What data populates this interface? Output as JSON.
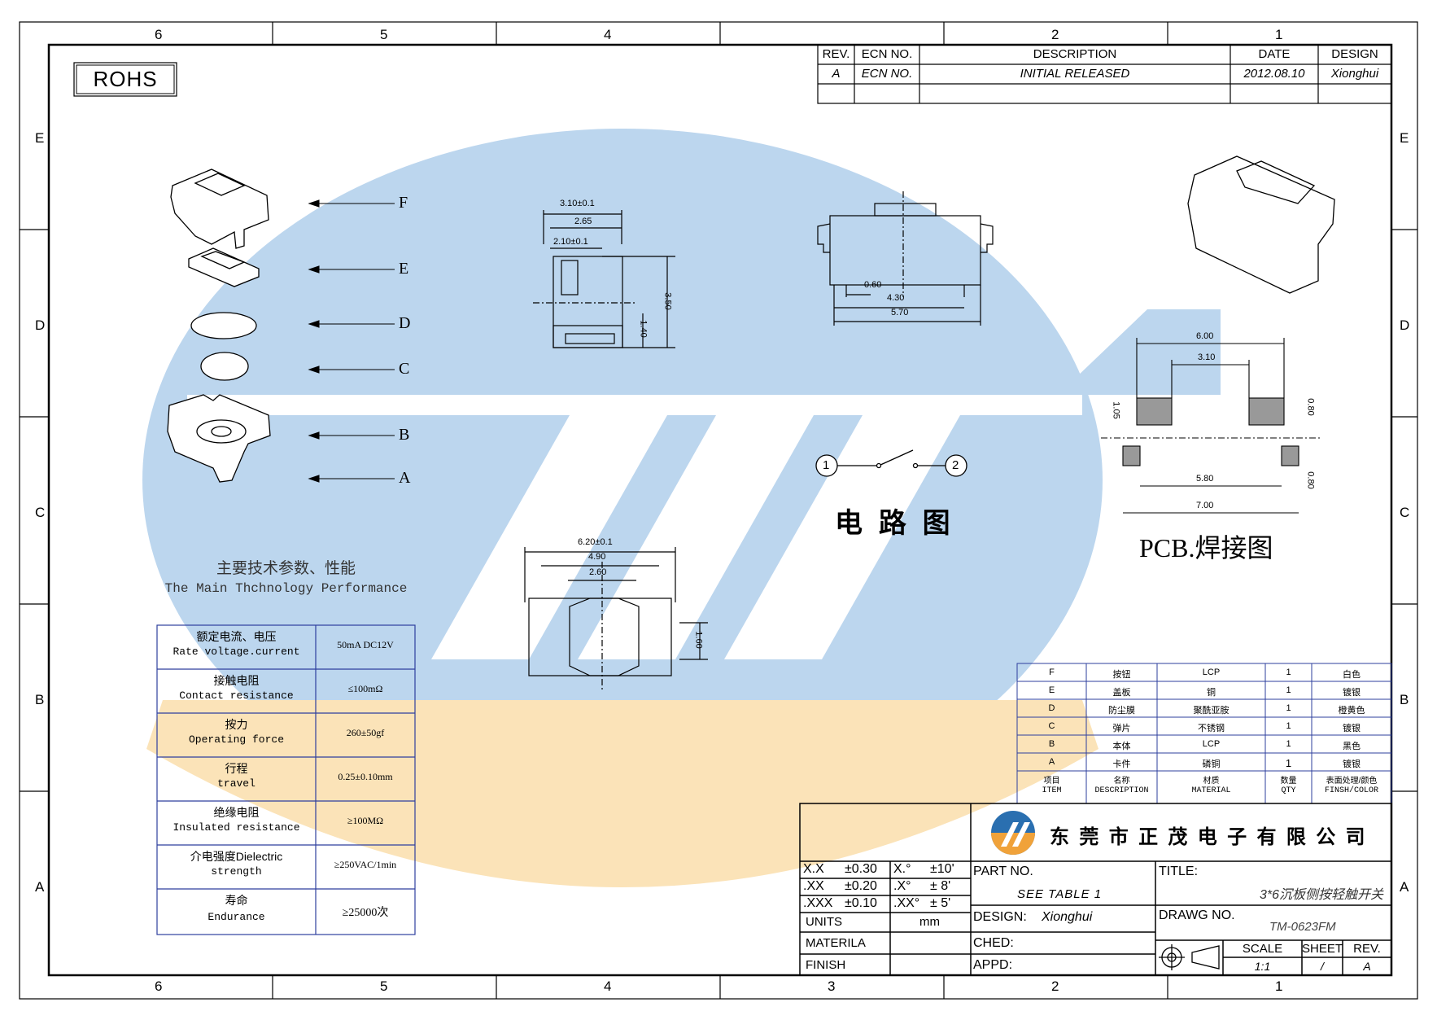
{
  "zone_columns": [
    "6",
    "5",
    "4",
    "3",
    "2",
    "1"
  ],
  "zone_rows": [
    "E",
    "D",
    "C",
    "B",
    "A"
  ],
  "rohs": "ROHS",
  "rev_table": {
    "headers": [
      "REV.",
      "ECN NO.",
      "DESCRIPTION",
      "DATE",
      "DESIGN"
    ],
    "row": [
      "A",
      "ECN NO.",
      "INITIAL RELEASED",
      "2012.08.10",
      "Xionghui"
    ]
  },
  "exploded_labels": [
    "F",
    "E",
    "D",
    "C",
    "B",
    "A"
  ],
  "dims": {
    "side": [
      "3.10±0.1",
      "2.65",
      "2.10±0.1",
      "3.50",
      "1.40"
    ],
    "front": [
      "0.60",
      "4.30",
      "5.70"
    ],
    "top": [
      "6.20±0.1",
      "4.90",
      "2.60",
      "1.60"
    ],
    "pcb": [
      "6.00",
      "3.10",
      "1.05",
      "0.80",
      "5.80",
      "0.80",
      "7.00"
    ]
  },
  "circuit": {
    "node1": "1",
    "node2": "2",
    "caption": "电 路 图"
  },
  "pcb_caption": "PCB.焊接图",
  "spec": {
    "title_cn": "主要技术参数、性能",
    "title_en": "The Main Thchnology Performance",
    "rows": [
      {
        "cn": "额定电流、电压",
        "en": "Rate voltage.current",
        "value": "50mA DC12V"
      },
      {
        "cn": "接触电阻",
        "en": "Contact resistance",
        "value": "≤100mΩ"
      },
      {
        "cn": "按力",
        "en": "Operating force",
        "value": "260±50gf"
      },
      {
        "cn": "行程",
        "en": "travel",
        "value": "0.25±0.10mm"
      },
      {
        "cn": "绝缘电阻",
        "en": "Insulated resistance",
        "value": "≥100MΩ"
      },
      {
        "cn": "介电强度Dielectric",
        "en": "strength",
        "value": "≥250VAC/1min"
      },
      {
        "cn": "寿命",
        "en": "Endurance",
        "value": "≥25000次"
      }
    ]
  },
  "bom": {
    "rows": [
      [
        "F",
        "按钮",
        "LCP",
        "1",
        "白色"
      ],
      [
        "E",
        "盖板",
        "铜",
        "1",
        "镀银"
      ],
      [
        "D",
        "防尘膜",
        "聚酰亚胺",
        "1",
        "橙黄色"
      ],
      [
        "C",
        "弹片",
        "不锈钢",
        "1",
        "镀银"
      ],
      [
        "B",
        "本体",
        "LCP",
        "1",
        "黑色"
      ],
      [
        "A",
        "卡件",
        "磷铜",
        "1",
        "镀银"
      ]
    ],
    "header": [
      {
        "cn": "项目",
        "en": "ITEM"
      },
      {
        "cn": "名称",
        "en": "DESCRIPTION"
      },
      {
        "cn": "材质",
        "en": "MATERIAL"
      },
      {
        "cn": "数量",
        "en": "QTY"
      },
      {
        "cn": "表面处理/颜色",
        "en": "FINSH/COLOR"
      }
    ]
  },
  "title_block": {
    "company": "东 莞 市 正 茂 电 子 有 限 公 司",
    "tolerances": [
      [
        "X.X",
        "±0.30",
        "X.°",
        "±10'"
      ],
      [
        ".XX",
        "±0.20",
        ".X°",
        "± 8'"
      ],
      [
        ".XXX",
        "±0.10",
        ".XX°",
        "± 5'"
      ]
    ],
    "units_label": "UNITS",
    "units_value": "mm",
    "materila_label": "MATERILA",
    "finish_label": "FINISH",
    "part_no_label": "PART NO.",
    "part_no_value": "SEE TABLE 1",
    "design_label": "DESIGN:",
    "design_value": "Xionghui",
    "ched_label": "CHED:",
    "appd_label": "APPD:",
    "title_label": "TITLE:",
    "title_value": "3*6沉板侧按轻触开关",
    "drawg_label": "DRAWG NO.",
    "drawg_value": "TM-0623FM",
    "scale_label": "SCALE",
    "scale_value": "1:1",
    "sheet_label": "SHEET",
    "sheet_value": "/",
    "rev_label": "REV.",
    "rev_value": "A"
  },
  "colors": {
    "watermark_blue": "#bcd6ee",
    "watermark_orange": "#fbe3b8",
    "table_blue": "#2e3f9e"
  }
}
